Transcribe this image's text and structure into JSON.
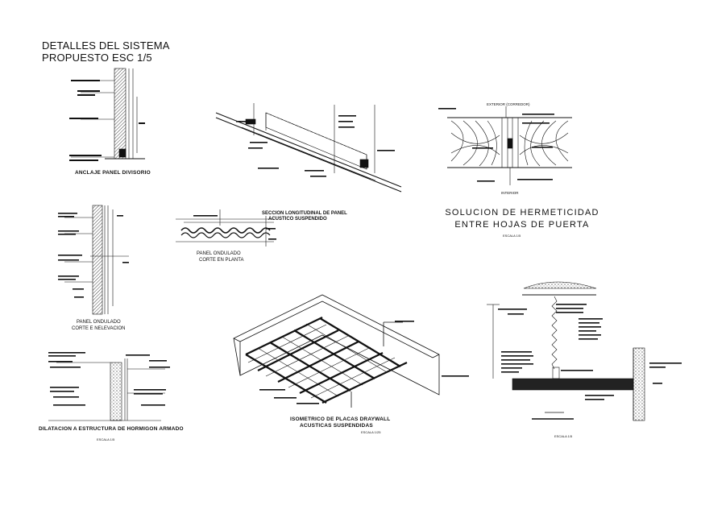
{
  "sheet_title": {
    "line1": "DETALLES DEL SISTEMA",
    "line2": "PROPUESTO ESC 1/5"
  },
  "details": {
    "anclaje": {
      "caption": "ANCLAJE PANEL DIVISORIO"
    },
    "seccion_longitudinal": {
      "caption_line1": "SECCION LONGITUDINAL DE PANEL",
      "caption_line2": "ACUSTICO SUSPENDIDO"
    },
    "panel_planta": {
      "caption_line1": "PANEL ONDULADO",
      "caption_line2": "CORTE EN PLANTA"
    },
    "panel_elevacion": {
      "caption_line1": "PANEL ONDULADO",
      "caption_line2": "CORTE E NELEVACION"
    },
    "dilatacion": {
      "caption": "DILATACION A ESTRUCTURA DE HORMIGON ARMADO",
      "scale": "ESCALA 1/5"
    },
    "isometrico": {
      "caption_line1": "ISOMETRICO DE PLACAS DRAYWALL",
      "caption_line2": "ACUSTICAS SUSPENDIDAS",
      "scale": "ESCALA 1/25"
    },
    "hermeticidad": {
      "title_line1": "SOLUCION DE HERMETICIDAD",
      "title_line2": "ENTRE HOJAS DE PUERTA",
      "scale": "ESCALA 1/5",
      "label_top": "EXTERIOR (CORREDOR)",
      "label_bottom": "INTERIOR"
    },
    "suspension": {
      "scale": "ESCALA 1/5"
    }
  },
  "colors": {
    "ink": "#111111",
    "paper": "#ffffff",
    "hatch": "#333333"
  }
}
